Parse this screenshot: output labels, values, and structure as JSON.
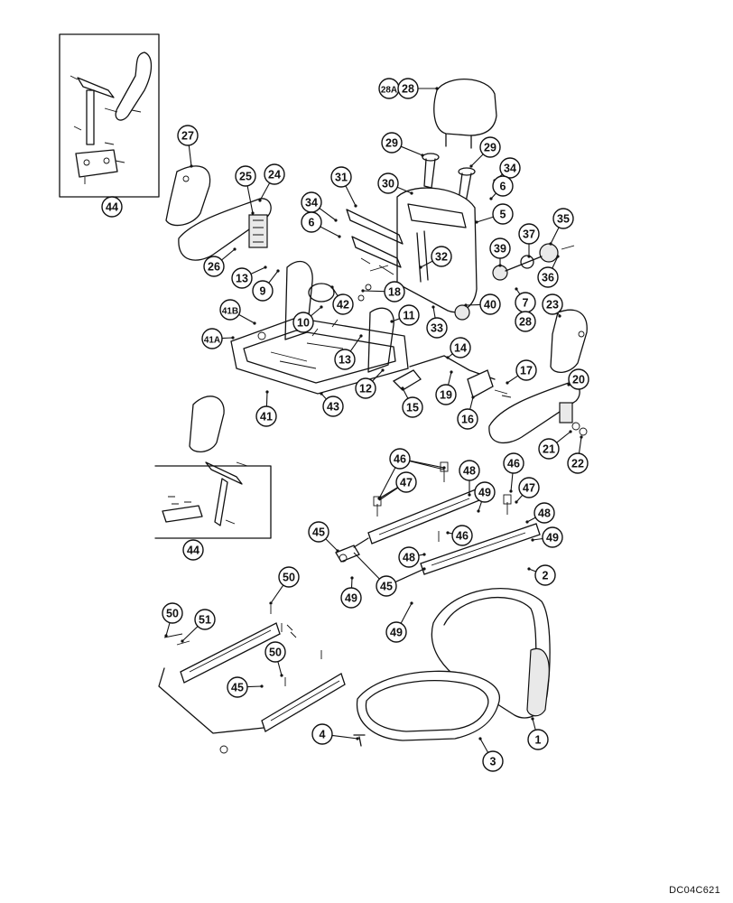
{
  "drawing": {
    "reference_code": "DC04C621"
  },
  "callouts": [
    {
      "label": "28A"
    },
    {
      "label": "28"
    },
    {
      "label": "29"
    },
    {
      "label": "29"
    },
    {
      "label": "34"
    },
    {
      "label": "6"
    },
    {
      "label": "30"
    },
    {
      "label": "31"
    },
    {
      "label": "5"
    },
    {
      "label": "34"
    },
    {
      "label": "6"
    },
    {
      "label": "35"
    },
    {
      "label": "37"
    },
    {
      "label": "39"
    },
    {
      "label": "36"
    },
    {
      "label": "32"
    },
    {
      "label": "7"
    },
    {
      "label": "28"
    },
    {
      "label": "40"
    },
    {
      "label": "33"
    },
    {
      "label": "18"
    },
    {
      "label": "27"
    },
    {
      "label": "25"
    },
    {
      "label": "24"
    },
    {
      "label": "26"
    },
    {
      "label": "13"
    },
    {
      "label": "9"
    },
    {
      "label": "44"
    },
    {
      "label": "41B"
    },
    {
      "label": "41A"
    },
    {
      "label": "10"
    },
    {
      "label": "42"
    },
    {
      "label": "11"
    },
    {
      "label": "13"
    },
    {
      "label": "12"
    },
    {
      "label": "43"
    },
    {
      "label": "41"
    },
    {
      "label": "14"
    },
    {
      "label": "17"
    },
    {
      "label": "19"
    },
    {
      "label": "15"
    },
    {
      "label": "16"
    },
    {
      "label": "23"
    },
    {
      "label": "20"
    },
    {
      "label": "21"
    },
    {
      "label": "22"
    },
    {
      "label": "44"
    },
    {
      "label": "46"
    },
    {
      "label": "47"
    },
    {
      "label": "48"
    },
    {
      "label": "49"
    },
    {
      "label": "46"
    },
    {
      "label": "47"
    },
    {
      "label": "48"
    },
    {
      "label": "49"
    },
    {
      "label": "45"
    },
    {
      "label": "46"
    },
    {
      "label": "48"
    },
    {
      "label": "49"
    },
    {
      "label": "45"
    },
    {
      "label": "2"
    },
    {
      "label": "49"
    },
    {
      "label": "50"
    },
    {
      "label": "50"
    },
    {
      "label": "51"
    },
    {
      "label": "50"
    },
    {
      "label": "45"
    },
    {
      "label": "4"
    },
    {
      "label": "3"
    },
    {
      "label": "1"
    }
  ]
}
